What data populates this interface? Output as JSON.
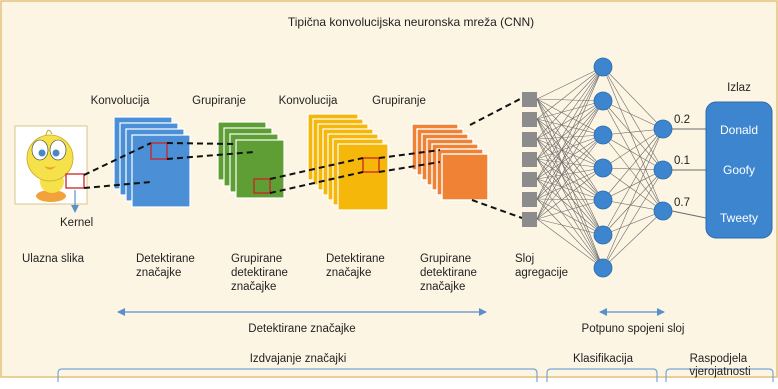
{
  "title": "Tipična konvolucijska neuronska mreža (CNN)",
  "stage_labels": [
    "Konvolucija",
    "Grupiranje",
    "Konvolucija",
    "Grupiranje"
  ],
  "kernel_label": "Kernel",
  "bottom_labels": {
    "input": "Ulazna slika",
    "feat1": [
      "Detektirane",
      "značajke"
    ],
    "pool1": [
      "Grupirane",
      "detektirane",
      "značajke"
    ],
    "feat2": [
      "Detektirane",
      "značajke"
    ],
    "pool2": [
      "Grupirane",
      "detektirane",
      "značajke"
    ],
    "flatten": [
      "Sloj",
      "agregacije"
    ]
  },
  "span_labels": {
    "detected": "Detektirane značajke",
    "fully_connected": "Potpuno spojeni sloj"
  },
  "section_labels": {
    "extraction": "Izdvajanje značajki",
    "classification": "Klasifikacija",
    "distribution": [
      "Raspodjela",
      "vjerojatnosti"
    ]
  },
  "output": {
    "title": "Izlaz",
    "classes": [
      "Donald",
      "Goofy",
      "Tweety"
    ],
    "probabilities": [
      "0.2",
      "0.1",
      "0.7"
    ]
  },
  "colors": {
    "background": "#fdf5e4",
    "border": "#e3c07a",
    "blue_map": "#4b8fd6",
    "green_map": "#5e9e35",
    "yellow_map": "#f5b70a",
    "orange_map": "#f08235",
    "gray_node": "#8c8c8c",
    "neuron": "#3d86cf",
    "output_box": "#3d86cf",
    "bracket": "#7aa6d8",
    "kernel_box": "#cc2222"
  },
  "icons": [
    "tweety-image",
    "arrow-down-icon",
    "double-arrow-icon"
  ]
}
